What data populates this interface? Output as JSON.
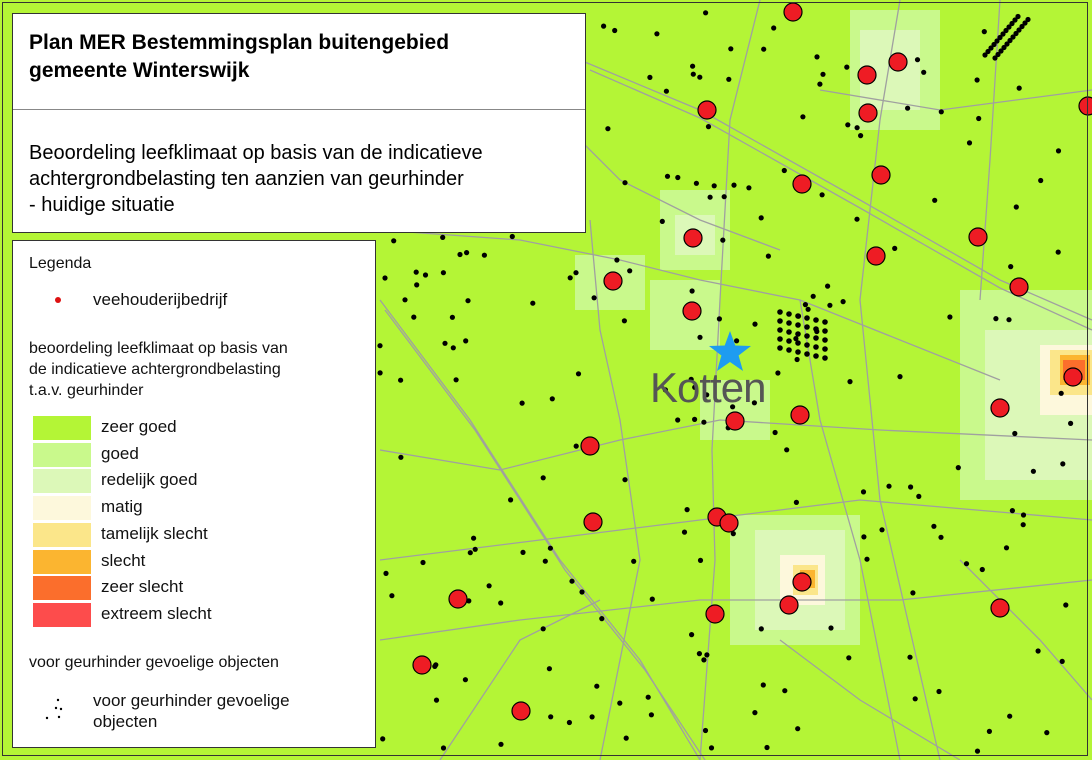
{
  "title": {
    "line1": "Plan MER Bestemmingsplan buitengebied",
    "line2": "gemeente Winterswijk"
  },
  "subtitle": {
    "line1": "Beoordeling leefklimaat op basis van de indicatieve",
    "line2": "achtergrondbelasting ten aanzien van geurhinder",
    "line3": "- huidige situatie"
  },
  "map": {
    "place_label": "Kotten",
    "marker_icon": "star-icon",
    "marker_color": "#1e9cf0",
    "background_color": "#b4f536",
    "road_color": "#a0a0a0",
    "farm_color": "#ee1c24"
  },
  "legend": {
    "heading": "Legenda",
    "farm_label": "veehouderijbedrijf",
    "classes_heading": [
      "beoordeling leefklimaat op basis van",
      "de indicatieve achtergrondbelasting",
      "t.a.v. geurhinder"
    ],
    "classes": [
      {
        "label": "zeer goed",
        "color": "#b4f536"
      },
      {
        "label": "goed",
        "color": "#c9f98c"
      },
      {
        "label": "redelijk goed",
        "color": "#dcf8b8"
      },
      {
        "label": "matig",
        "color": "#fdf8dc"
      },
      {
        "label": "tamelijk slecht",
        "color": "#fbe68a"
      },
      {
        "label": "slecht",
        "color": "#fbb530"
      },
      {
        "label": "zeer slecht",
        "color": "#fb6e2c"
      },
      {
        "label": "extreem slecht",
        "color": "#fd4c4c"
      }
    ],
    "sensitive_heading": "voor geurhinder gevoelige objecten",
    "sensitive_label": [
      "voor geurhinder gevoelige",
      "objecten"
    ]
  }
}
